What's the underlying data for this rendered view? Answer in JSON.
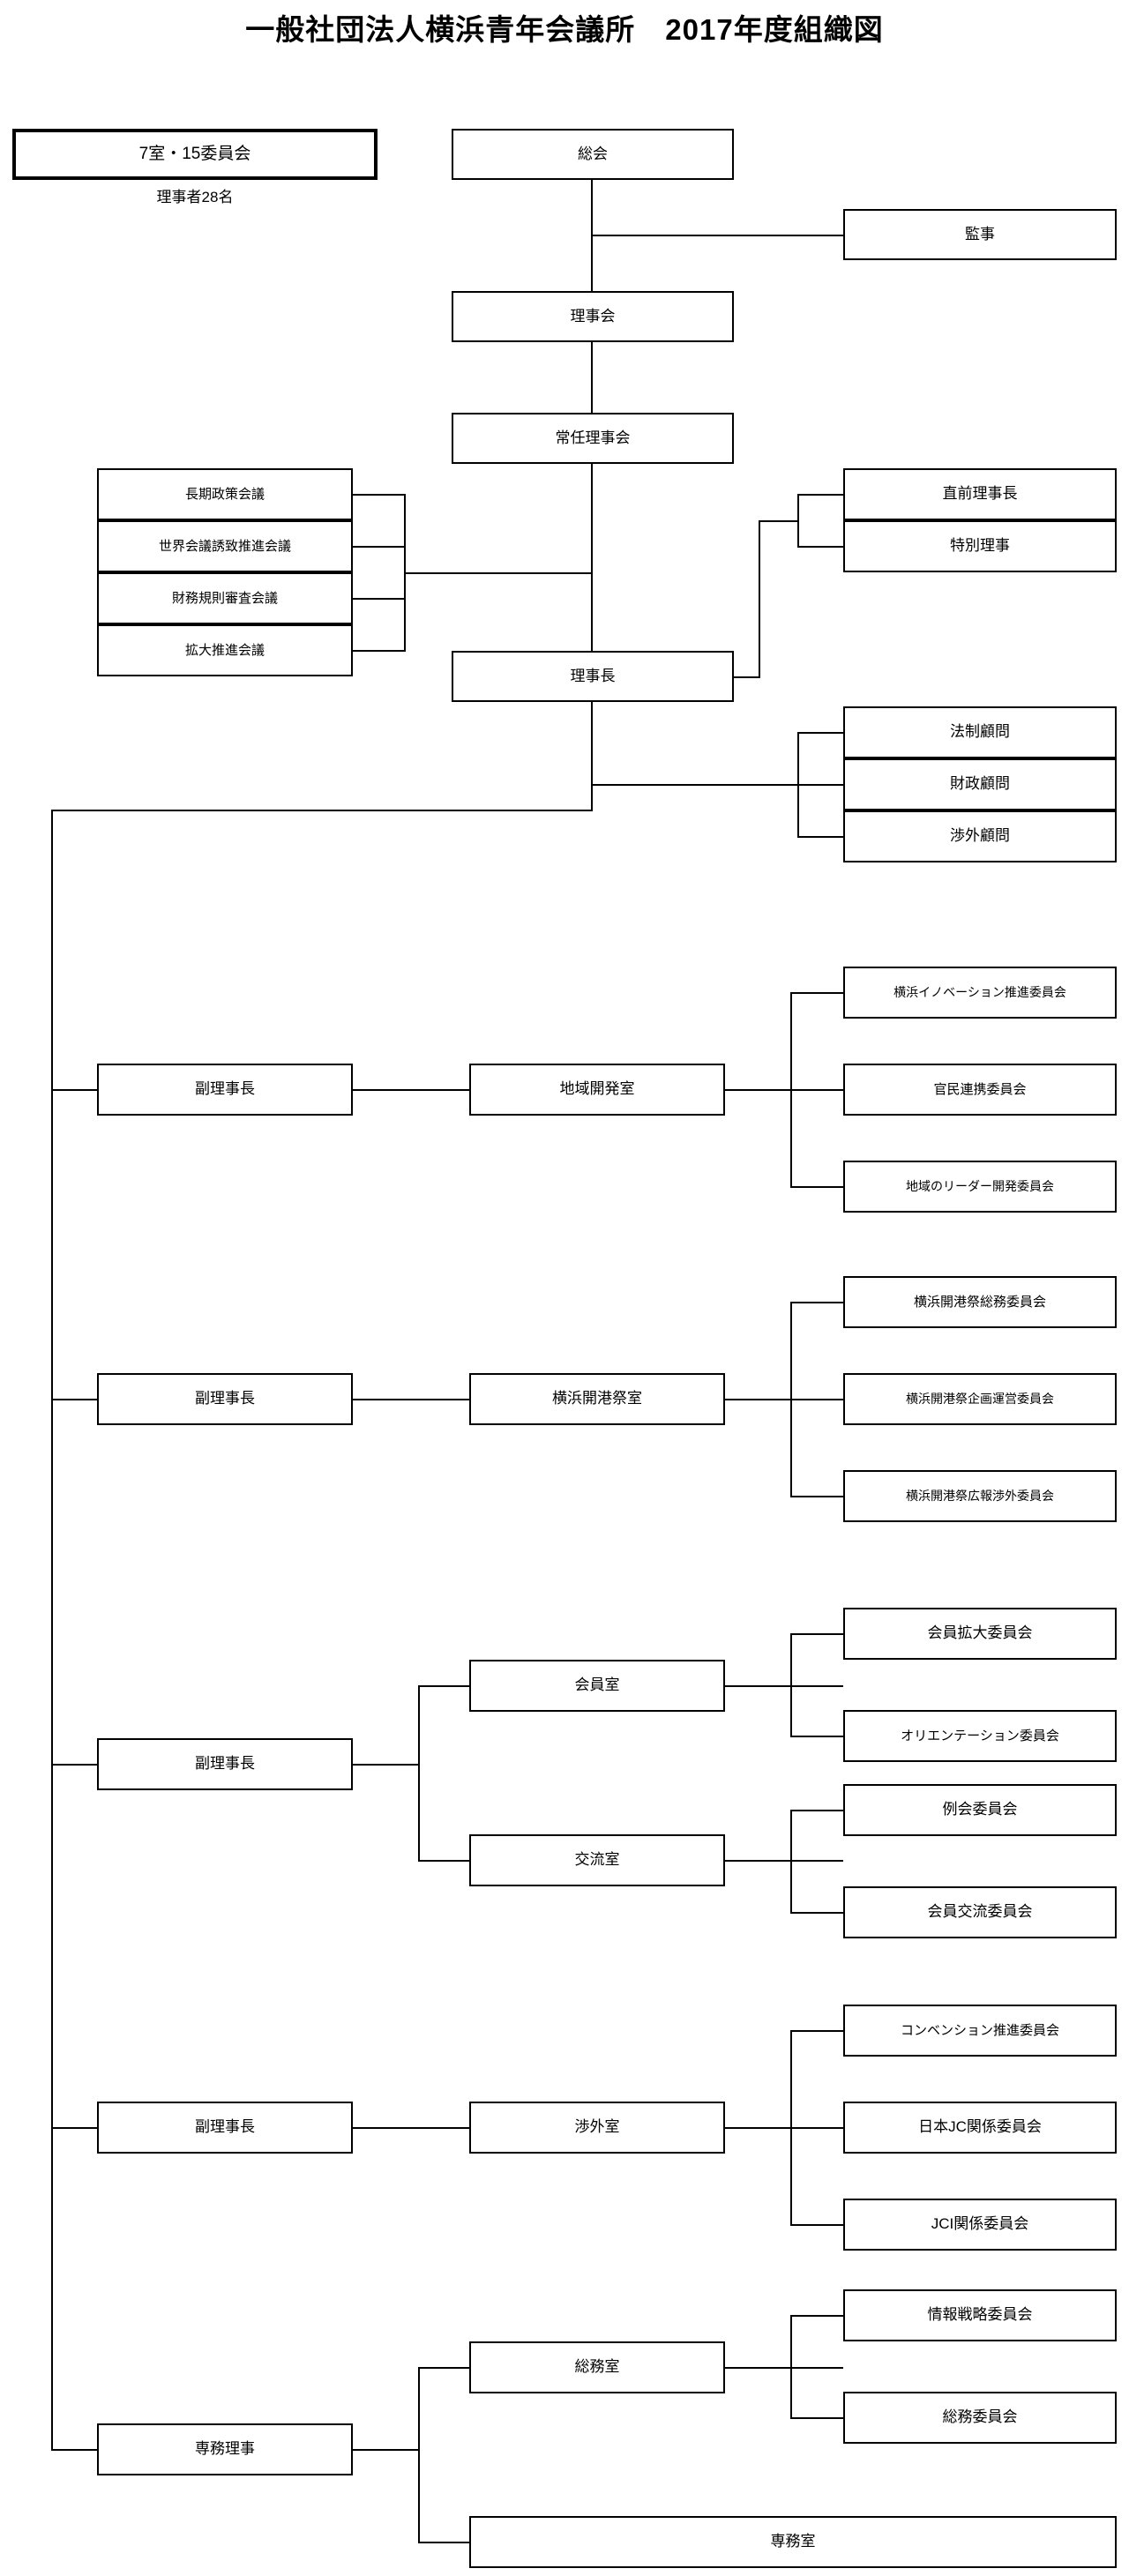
{
  "title": "一般社団法人横浜青年会議所　2017年度組織図",
  "meta": {
    "rooms_committees": "7室・15委員会",
    "directors_count": "理事者28名"
  },
  "governance": {
    "general_meeting": "総会",
    "auditor": "監事",
    "board_of_directors": "理事会",
    "standing_board": "常任理事会",
    "president": "理事長"
  },
  "councils": [
    "長期政策会議",
    "世界会議誘致推進会議",
    "財務規則審査会議",
    "拡大推進会議"
  ],
  "special_officers": [
    "直前理事長",
    "特別理事"
  ],
  "advisors": [
    "法制顧問",
    "財政顧問",
    "渉外顧問"
  ],
  "branches": [
    {
      "officer": "副理事長",
      "rooms": [
        {
          "room": "地域開発室",
          "committees": [
            "横浜イノベーション推進委員会",
            "官民連携委員会",
            "地域のリーダー開発委員会"
          ]
        }
      ]
    },
    {
      "officer": "副理事長",
      "rooms": [
        {
          "room": "横浜開港祭室",
          "committees": [
            "横浜開港祭総務委員会",
            "横浜開港祭企画運営委員会",
            "横浜開港祭広報渉外委員会"
          ]
        }
      ]
    },
    {
      "officer": "副理事長",
      "rooms": [
        {
          "room": "会員室",
          "committees": [
            "会員拡大委員会",
            "オリエンテーション委員会"
          ]
        },
        {
          "room": "交流室",
          "committees": [
            "例会委員会",
            "会員交流委員会"
          ]
        }
      ]
    },
    {
      "officer": "副理事長",
      "rooms": [
        {
          "room": "渉外室",
          "committees": [
            "コンベンション推進委員会",
            "日本JC関係委員会",
            "JCI関係委員会"
          ]
        }
      ]
    },
    {
      "officer": "専務理事",
      "rooms": [
        {
          "room": "総務室",
          "committees": [
            "情報戦略委員会",
            "総務委員会"
          ]
        },
        {
          "room": "専務室",
          "committees": []
        }
      ]
    }
  ],
  "colors": {
    "line": "#000000",
    "background": "#ffffff",
    "text": "#000000"
  }
}
